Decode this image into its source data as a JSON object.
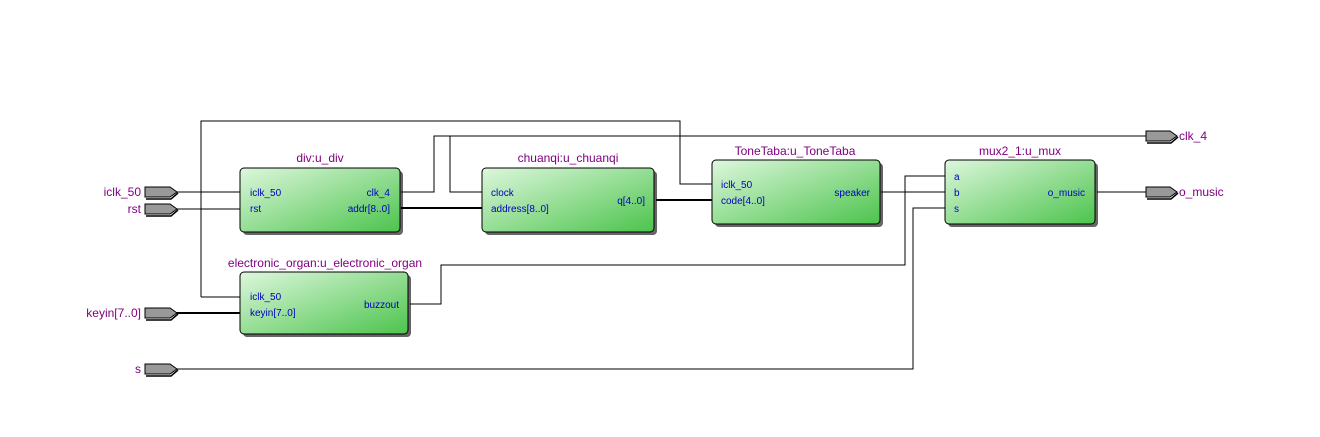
{
  "colors": {
    "wire": "#000000",
    "block_fill_light": "#ddf7dd",
    "block_fill_dark": "#4cc44c",
    "instance_label": "#800080",
    "port_label": "#0000c0",
    "io_pin": "#999999"
  },
  "inputs": [
    {
      "id": "iclk_50",
      "label": "iclk_50"
    },
    {
      "id": "rst",
      "label": "rst"
    },
    {
      "id": "keyin",
      "label": "keyin[7..0]"
    },
    {
      "id": "s",
      "label": "s"
    }
  ],
  "outputs": [
    {
      "id": "clk_4",
      "label": "clk_4"
    },
    {
      "id": "o_music",
      "label": "o_music"
    }
  ],
  "blocks": [
    {
      "id": "div",
      "title": "div:u_div",
      "left_ports": [
        "iclk_50",
        "rst"
      ],
      "right_ports": [
        "clk_4",
        "addr[8..0]"
      ]
    },
    {
      "id": "chuanqi",
      "title": "chuanqi:u_chuanqi",
      "left_ports": [
        "clock",
        "address[8..0]"
      ],
      "right_ports": [
        "q[4..0]"
      ]
    },
    {
      "id": "tonetaba",
      "title": "ToneTaba:u_ToneTaba",
      "left_ports": [
        "iclk_50",
        "code[4..0]"
      ],
      "right_ports": [
        "speaker"
      ]
    },
    {
      "id": "mux",
      "title": "mux2_1:u_mux",
      "left_ports": [
        "a",
        "b",
        "s"
      ],
      "right_ports": [
        "o_music"
      ]
    },
    {
      "id": "organ",
      "title": "electronic_organ:u_electronic_organ",
      "left_ports": [
        "iclk_50",
        "keyin[7..0]"
      ],
      "right_ports": [
        "buzzout"
      ]
    }
  ]
}
